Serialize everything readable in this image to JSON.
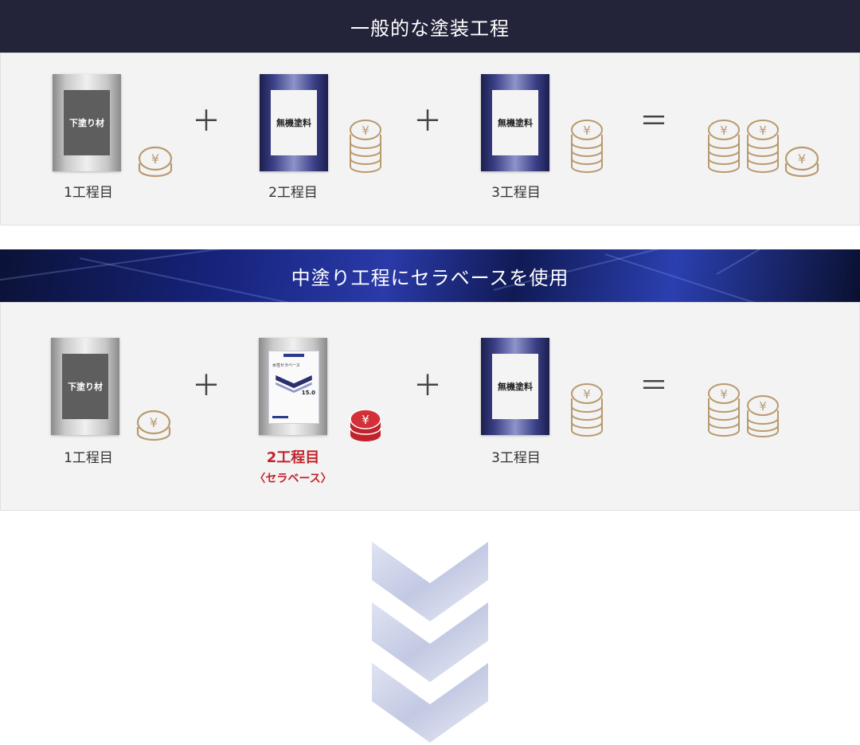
{
  "section1": {
    "title": "一般的な塗装工程",
    "cans": [
      "下塗り材",
      "無機塗料",
      "無機塗料"
    ],
    "steps": [
      "1工程目",
      "2工程目",
      "3工程目"
    ],
    "plus": "＋",
    "equals": "＝"
  },
  "section2": {
    "title": "中塗り工程にセラベースを使用",
    "cans": [
      "下塗り材",
      "",
      "無機塗料"
    ],
    "cera_label": "水性セラベース",
    "cera_number": "15.0",
    "steps": [
      "1工程目",
      "2工程目",
      "3工程目"
    ],
    "step2_sub": "〈セラベース〉",
    "plus": "＋",
    "equals": "＝"
  },
  "coin_symbol": "¥",
  "colors": {
    "header_dark": "#23243a",
    "coin_gold": "#b99a6e",
    "coin_red": "#c0232b",
    "highlight_red": "#c0232b",
    "arrow": "#c7cde6"
  },
  "icons": [
    "coin-stack-icon",
    "chevron-down-icon"
  ]
}
